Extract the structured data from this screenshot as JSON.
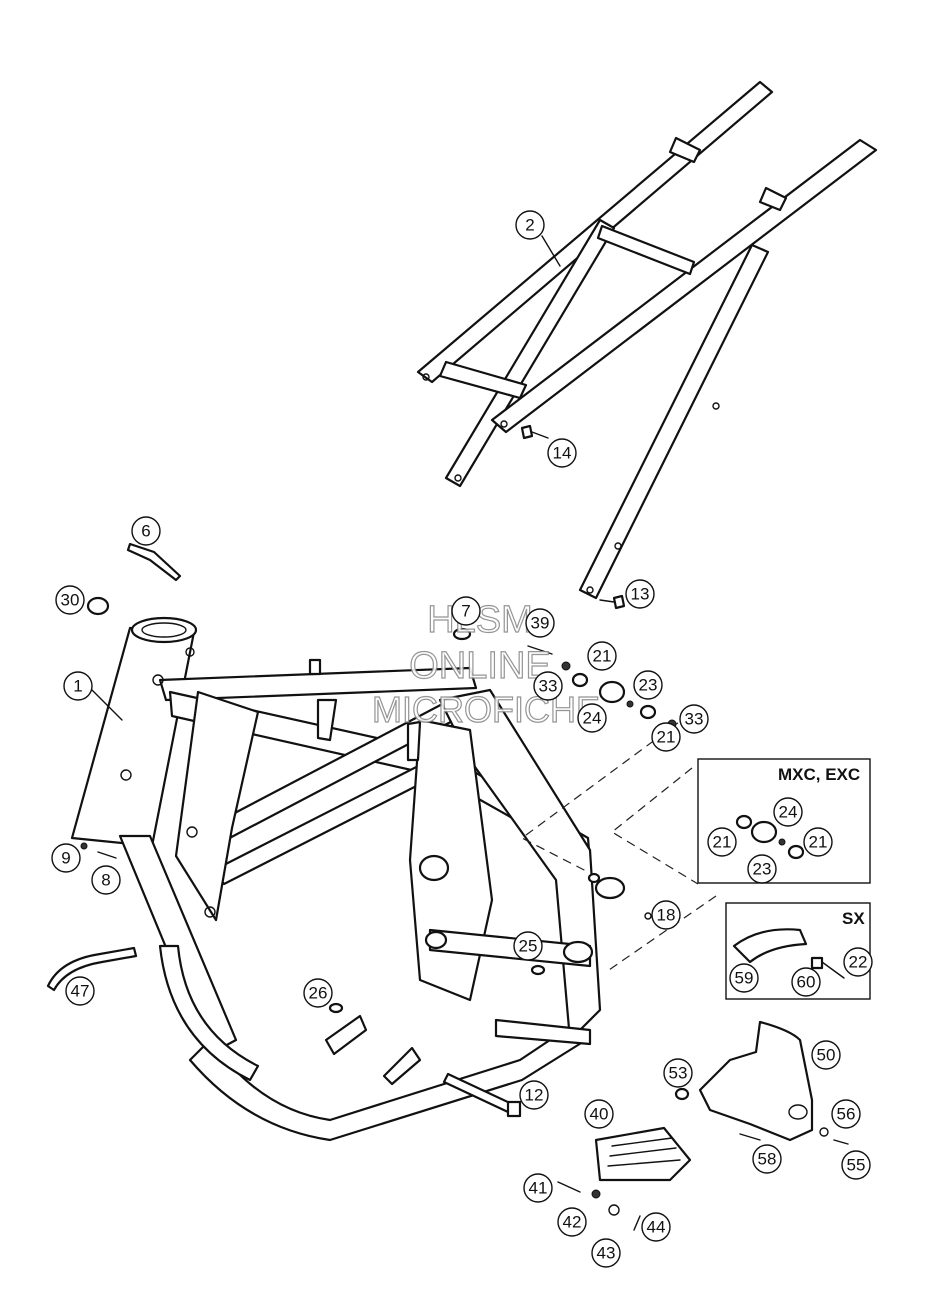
{
  "panels": {
    "mxc_exc": {
      "title": "MXC, EXC"
    },
    "sx": {
      "title": "SX"
    }
  },
  "watermark": {
    "line1": "HLSM",
    "line2": "ONLINE",
    "line3": "MICROFICHE"
  },
  "callouts": [
    "1",
    "2",
    "6",
    "7",
    "8",
    "9",
    "12",
    "13",
    "14",
    "18",
    "21",
    "21",
    "21",
    "21",
    "22",
    "23",
    "23",
    "24",
    "24",
    "25",
    "26",
    "30",
    "33",
    "33",
    "39",
    "40",
    "41",
    "42",
    "43",
    "44",
    "47",
    "50",
    "53",
    "55",
    "56",
    "58",
    "59",
    "60"
  ]
}
